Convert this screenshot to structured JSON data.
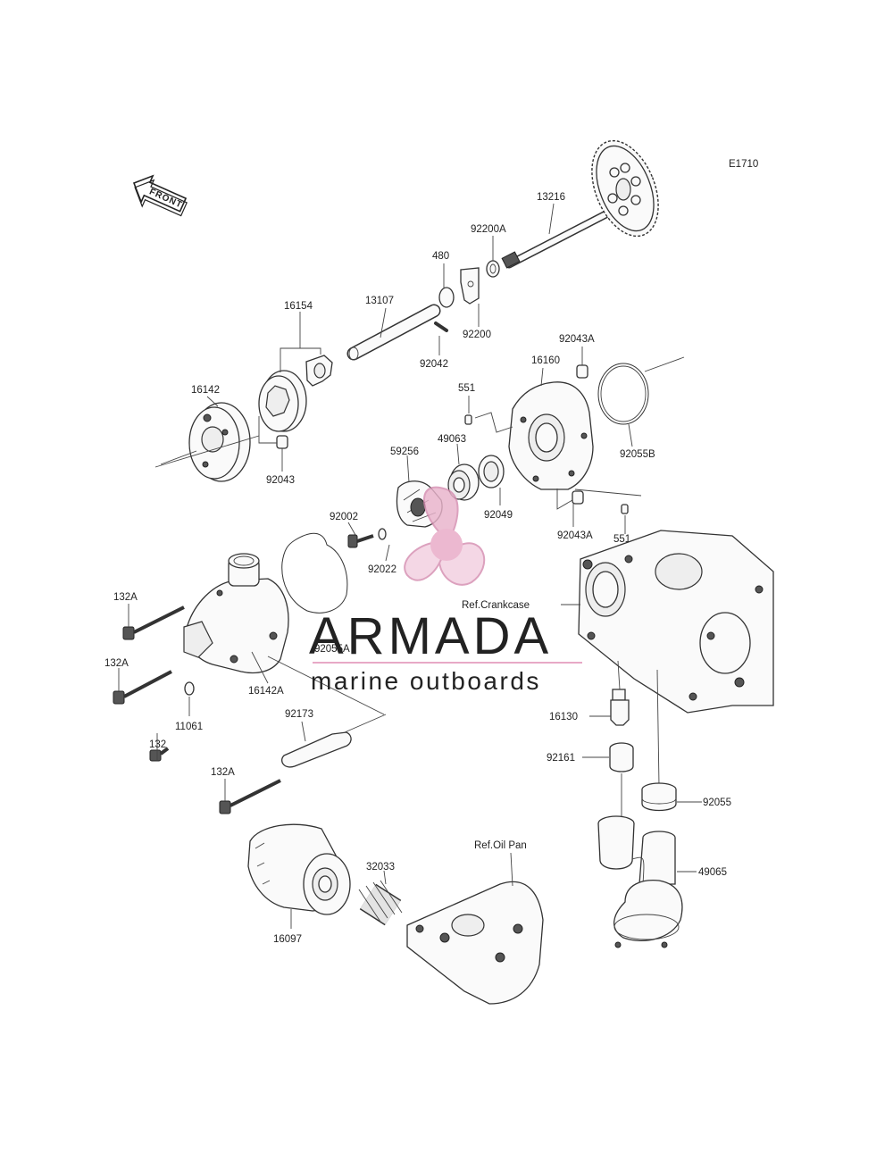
{
  "diagram_code": "E1710",
  "front_label": "FRONT",
  "references": {
    "crankcase": "Ref.Crankcase",
    "oil_pan": "Ref.Oil Pan"
  },
  "watermark": {
    "brand": "ARMADA",
    "tagline": "marine outboards"
  },
  "parts": [
    "13216",
    "92200A",
    "480",
    "92200",
    "16154",
    "13107",
    "92042",
    "16142",
    "92043",
    "92043A",
    "16160",
    "551",
    "92055B",
    "49063",
    "59256",
    "92049",
    "92043A",
    "551",
    "92002",
    "92022",
    "132A",
    "92055A",
    "132A",
    "16142A",
    "11061",
    "132",
    "92173",
    "132A",
    "16130",
    "92161",
    "92055",
    "49065",
    "32033",
    "16097"
  ],
  "colors": {
    "line": "#333333",
    "watermark_pink": "#e8a9c6",
    "watermark_text": "#6a6a6a"
  }
}
